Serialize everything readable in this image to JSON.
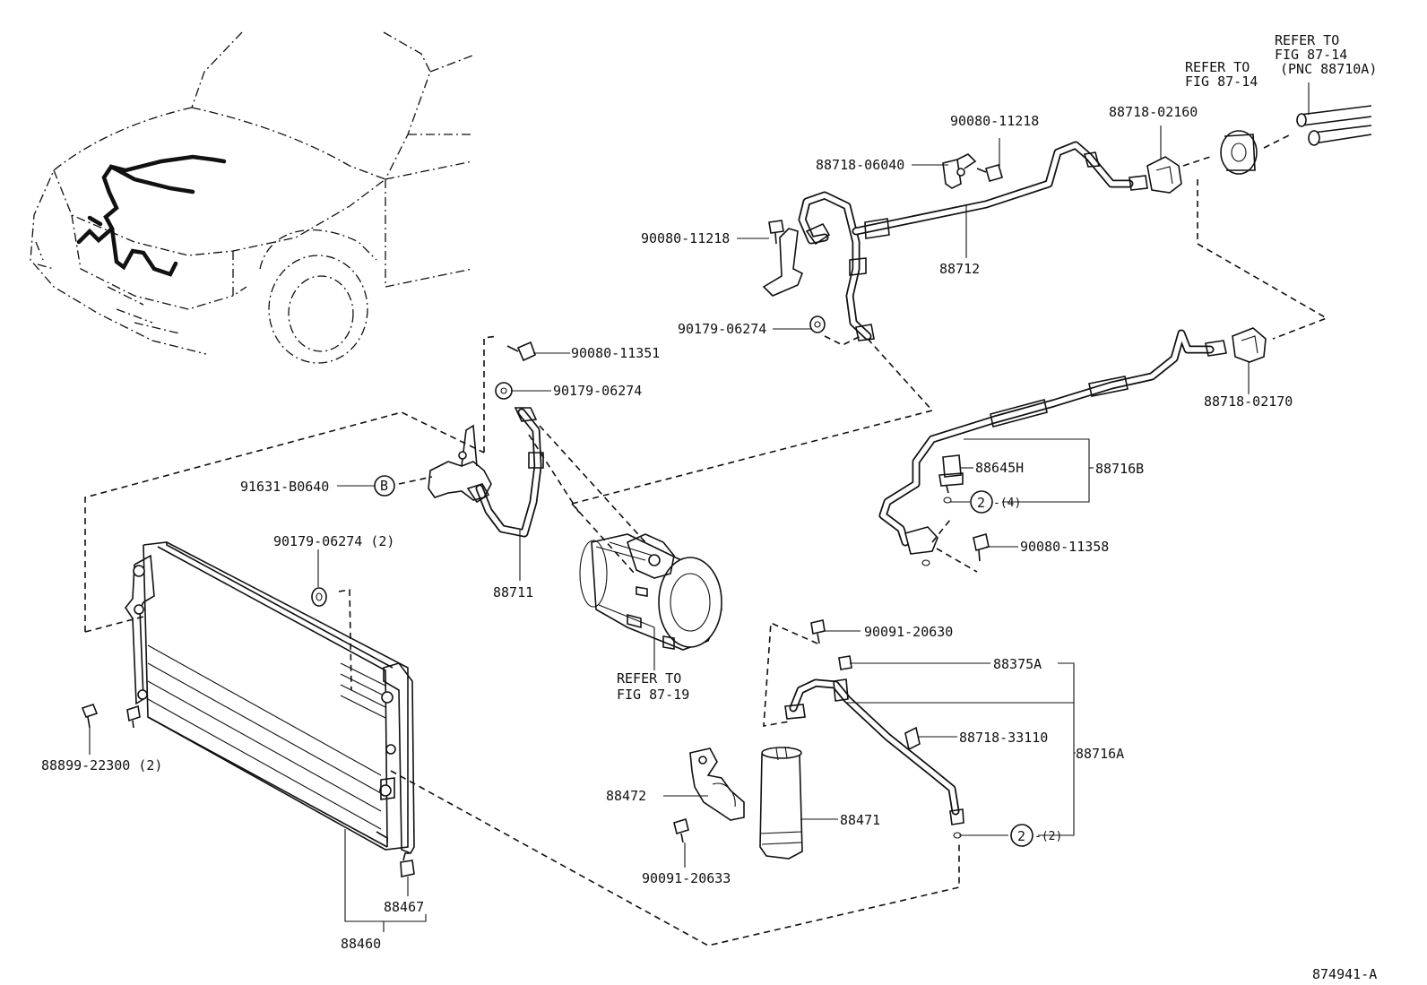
{
  "callouts": {
    "c88718_06040": "88718-06040",
    "c90080_11218_top": "90080-11218",
    "c90080_11218_left": "90080-11218",
    "c88718_02160": "88718-02160",
    "c88712": "88712",
    "c90179_06274_a": "90179-06274",
    "c90080_11351": "90080-11351",
    "c90179_06274_b": "90179-06274",
    "c88718_02170": "88718-02170",
    "c91631_b0640": "91631-B0640",
    "c88645h": "88645H",
    "c88716b": "88716B",
    "c_qty4": "-(4)",
    "c90080_11358": "90080-11358",
    "c90179_06274_2": "90179-06274 (2)",
    "c88711": "88711",
    "c90091_20630": "90091-20630",
    "c88375a": "88375A",
    "c88718_33110": "88718-33110",
    "c88716a": "88716A",
    "c88899_22300": "88899-22300 (2)",
    "c88472": "88472",
    "c88471": "88471",
    "c90091_20633": "90091-20633",
    "c_qty2": "-(2)",
    "c88467": "88467",
    "c88460": "88460"
  },
  "markers": {
    "b_circle": "B",
    "num2_a": "2",
    "num2_b": "2"
  },
  "references": {
    "ref_fig_87_14_a": [
      "REFER TO",
      "FIG 87-14"
    ],
    "ref_fig_87_14_b": [
      "REFER TO",
      "FIG 87-14",
      "(PNC 88710A)"
    ],
    "ref_fig_87_19": [
      "REFER TO",
      "FIG 87-19"
    ]
  },
  "figure_id": "874941-A"
}
